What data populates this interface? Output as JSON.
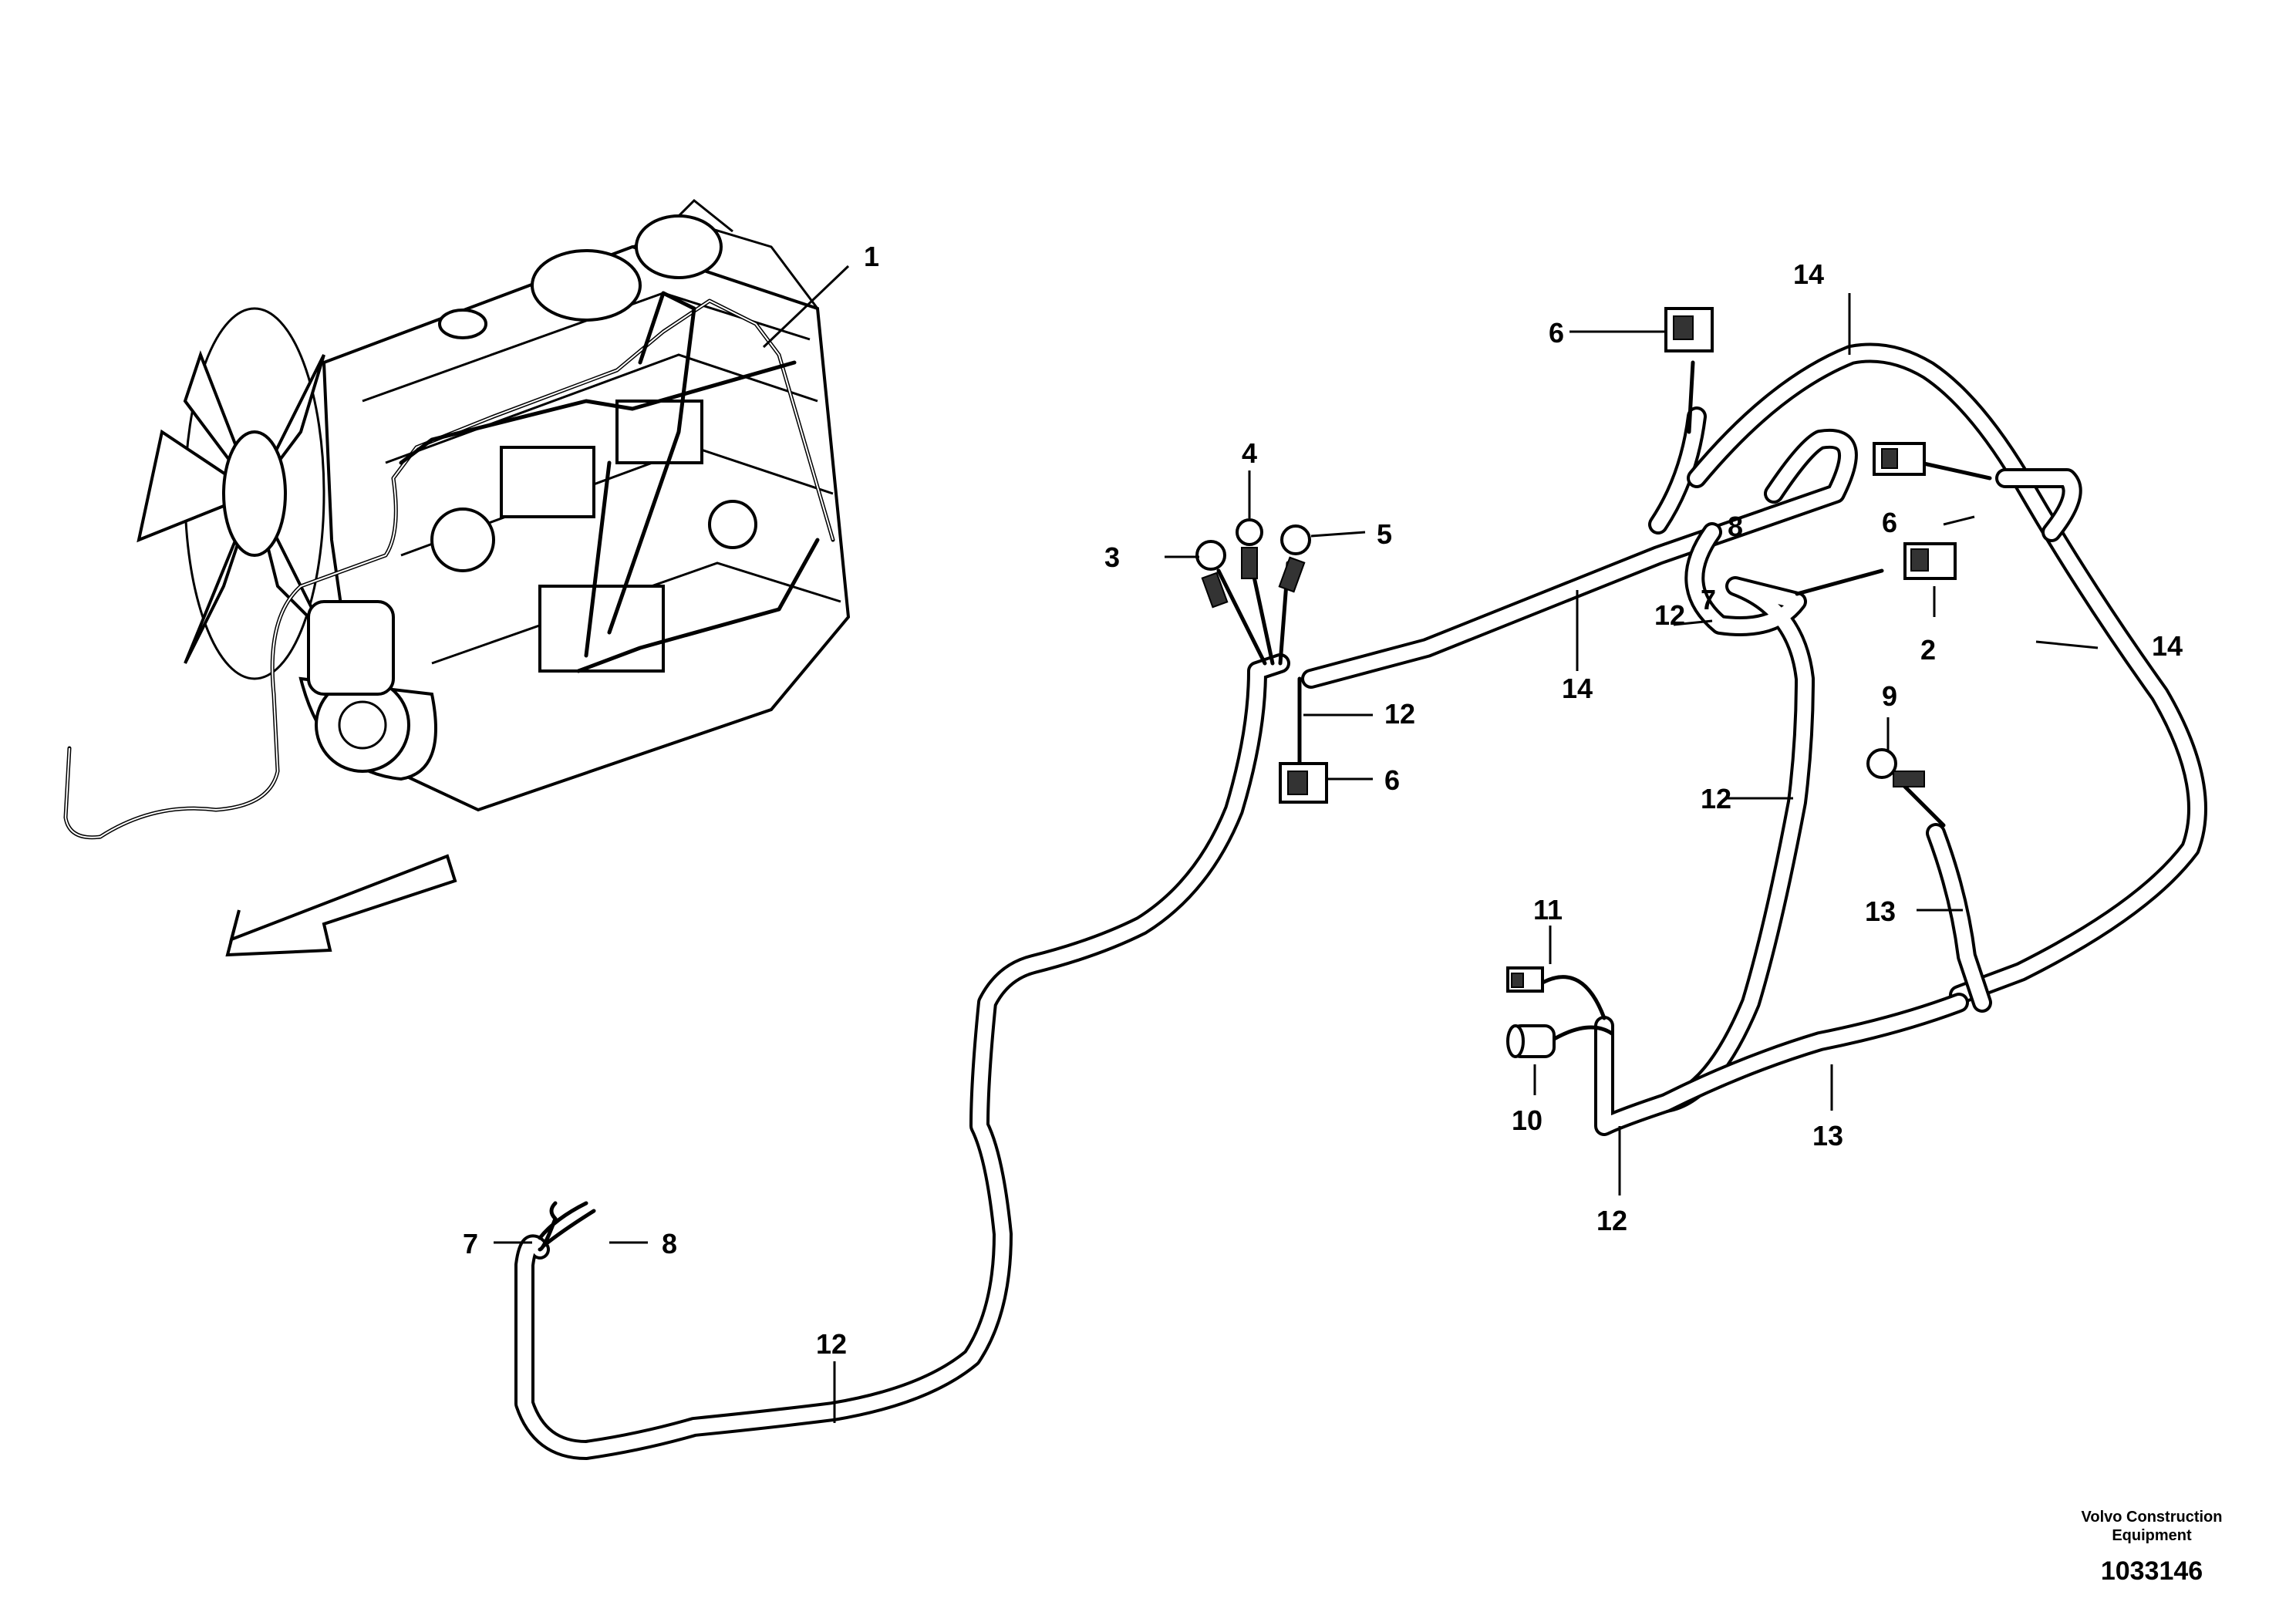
{
  "callouts": {
    "c1": "1",
    "c2": "2",
    "c3": "3",
    "c4": "4",
    "c5": "5",
    "c6a": "6",
    "c6b": "6",
    "c6c": "6",
    "c7a": "7",
    "c7b": "7",
    "c8a": "8",
    "c8b": "8",
    "c9": "9",
    "c10": "10",
    "c11": "11",
    "c12a": "12",
    "c12b": "12",
    "c12c": "12",
    "c12d": "12",
    "c12e": "12",
    "c13a": "13",
    "c13b": "13",
    "c14a": "14",
    "c14b": "14",
    "c14c": "14"
  },
  "footer": {
    "company_line1": "Volvo Construction",
    "company_line2": "Equipment",
    "drawing_number": "1033146"
  }
}
